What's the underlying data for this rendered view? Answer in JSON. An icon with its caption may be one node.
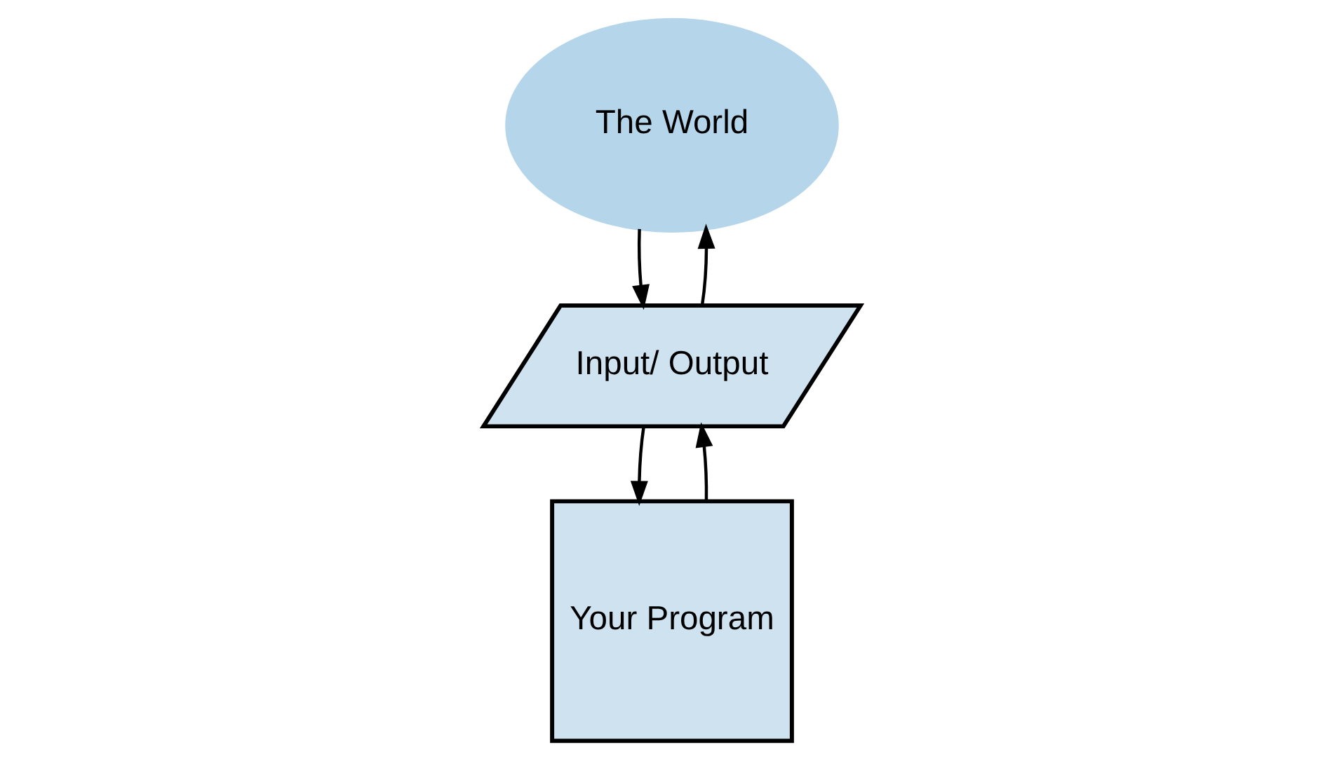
{
  "diagram": {
    "nodes": [
      {
        "text": [
          "The World"
        ]
      },
      {
        "text": [
          "Input/ Output"
        ]
      },
      {
        "text": [
          "Your Program"
        ]
      }
    ],
    "edges": [
      {
        "from": 1,
        "to": 0,
        "arrow": "to"
      },
      {
        "from": 0,
        "to": 1,
        "arrow": "to"
      },
      {
        "from": 2,
        "to": 1,
        "arrow": "to"
      },
      {
        "from": 1,
        "to": 2,
        "arrow": "to"
      }
    ]
  }
}
